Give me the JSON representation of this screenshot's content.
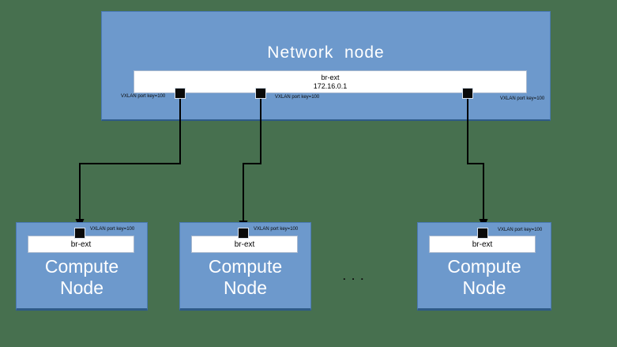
{
  "diagram": {
    "title": "Network  node",
    "colors": {
      "background": "#47704F",
      "node_fill": "#6D99CC",
      "node_border": "#4A7AB5",
      "node_border_dark": "#2E5A87",
      "bridge_fill": "#FFFFFF",
      "connector": "#000000",
      "text_light": "#FFFFFF",
      "text_dark": "#000000"
    },
    "network_node": {
      "title": "Network  node",
      "bridge": {
        "name": "br-ext",
        "ip": "172.16.0.1"
      },
      "ports": [
        {
          "label": "VXLAN port key=100"
        },
        {
          "label": "VXLAN port key=100"
        },
        {
          "label": "VXLAN port key=100"
        }
      ]
    },
    "compute_nodes": [
      {
        "title_line1": "Compute",
        "title_line2": "Node",
        "bridge": "br-ext",
        "port_label": "VXLAN port key=100"
      },
      {
        "title_line1": "Compute",
        "title_line2": "Node",
        "bridge": "br-ext",
        "port_label": "VXLAN port key=100"
      },
      {
        "title_line1": "Compute",
        "title_line2": "Node",
        "bridge": "br-ext",
        "port_label": "VXLAN port key=100"
      }
    ],
    "ellipsis": ". . ."
  }
}
